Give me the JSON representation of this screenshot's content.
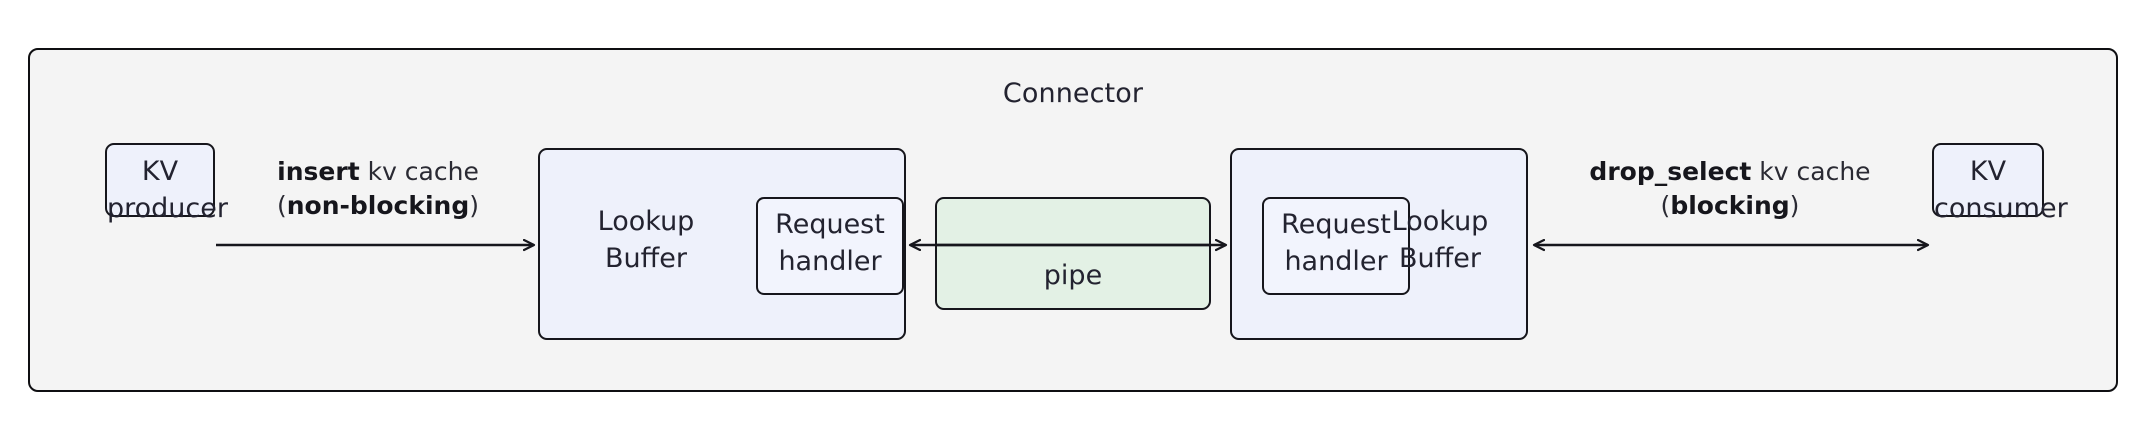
{
  "diagram": {
    "title": "Connector",
    "frame_bg": "#f4f4f4",
    "node_bg": "#eef1fb",
    "pipe_bg": "#e3f1e5",
    "stroke": "#16161c"
  },
  "nodes": {
    "kv_producer": {
      "label": "KV\nproducer"
    },
    "kv_consumer": {
      "label": "KV\nconsumer"
    },
    "lookup_buffer_left": {
      "label": "Lookup\nBuffer"
    },
    "lookup_buffer_right": {
      "label": "Lookup\nBuffer"
    },
    "request_handler_left": {
      "label": "Request\nhandler"
    },
    "request_handler_right": {
      "label": "Request\nhandler"
    },
    "pipe": {
      "label": "pipe"
    }
  },
  "edges": {
    "insert": {
      "op": "insert",
      "rest": " kv cache",
      "mode_open": "(",
      "mode": "non-blocking",
      "mode_close": ")",
      "direction": "right"
    },
    "drop_select": {
      "op": "drop_select",
      "rest": " kv cache",
      "mode_open": "(",
      "mode": "blocking",
      "mode_close": ")",
      "direction": "both"
    },
    "pipe_left": {
      "direction": "left"
    },
    "pipe_right": {
      "direction": "right"
    }
  },
  "chart_data": {
    "type": "diagram",
    "title": "Connector",
    "nodes": [
      {
        "id": "kv_producer",
        "label": "KV producer",
        "group": "outside-left",
        "fill": "#eef1fb"
      },
      {
        "id": "lookup_buffer_left",
        "label": "Lookup Buffer",
        "group": "connector",
        "fill": "#eef1fb"
      },
      {
        "id": "request_handler_left",
        "label": "Request handler",
        "parent": "lookup_buffer_left",
        "fill": "#f2f4fd"
      },
      {
        "id": "pipe",
        "label": "pipe",
        "group": "connector",
        "fill": "#e3f1e5"
      },
      {
        "id": "lookup_buffer_right",
        "label": "Lookup Buffer",
        "group": "connector",
        "fill": "#eef1fb"
      },
      {
        "id": "request_handler_right",
        "label": "Request handler",
        "parent": "lookup_buffer_right",
        "fill": "#f2f4fd"
      },
      {
        "id": "kv_consumer",
        "label": "KV consumer",
        "group": "outside-right",
        "fill": "#eef1fb"
      }
    ],
    "edges": [
      {
        "from": "kv_producer",
        "to": "lookup_buffer_left",
        "label": "insert kv cache (non-blocking)",
        "arrow": "single"
      },
      {
        "from": "pipe",
        "to": "lookup_buffer_left",
        "label": "",
        "arrow": "single"
      },
      {
        "from": "pipe",
        "to": "lookup_buffer_right",
        "label": "",
        "arrow": "single"
      },
      {
        "from": "lookup_buffer_right",
        "to": "kv_consumer",
        "label": "drop_select kv cache (blocking)",
        "arrow": "double"
      }
    ]
  }
}
